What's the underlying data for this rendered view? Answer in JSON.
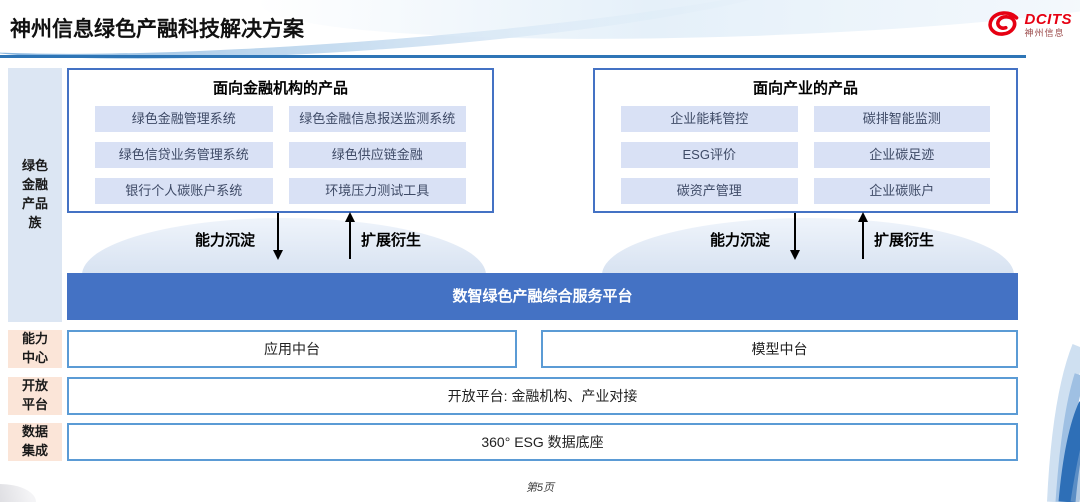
{
  "header": {
    "title": "神州信息绿色产融科技解决方案",
    "logo": {
      "brand": "DCITS",
      "brand_cn": "神州信息",
      "brand_color": "#E60012"
    }
  },
  "sidebar": {
    "family_label": "绿色金融产品族",
    "capability_label": "能力中心",
    "open_label": "开放平台",
    "data_label": "数据集成"
  },
  "product_groups": [
    {
      "title": "面向金融机构的产品",
      "items": [
        "绿色金融管理系统",
        "绿色金融信息报送监测系统",
        "绿色信贷业务管理系统",
        "绿色供应链金融",
        "银行个人碳账户系统",
        "环境压力测试工具"
      ]
    },
    {
      "title": "面向产业的产品",
      "items": [
        "企业能耗管控",
        "碳排智能监测",
        "ESG评价",
        "企业碳足迹",
        "碳资产管理",
        "企业碳账户"
      ]
    }
  ],
  "arrows": {
    "down_label": "能力沉淀",
    "up_label": "扩展衍生"
  },
  "platform": {
    "title": "数智绿色产融综合服务平台"
  },
  "layers": {
    "app_label": "应用中台",
    "model_label": "模型中台",
    "open_label": "开放平台: 金融机构、产业对接",
    "data_label": "360° ESG 数据底座"
  },
  "footer": {
    "page_label": "第5页"
  },
  "colors": {
    "box_border": "#4472C4",
    "platform_bg": "#4472C4",
    "item_bg": "#D9E1F5",
    "sidebar_blue": "#DCE6F3",
    "sidebar_peach": "#FBE5D8",
    "layer_border": "#5B9BD5",
    "header_rule": "#2E75B6",
    "logo_red": "#E60012"
  }
}
